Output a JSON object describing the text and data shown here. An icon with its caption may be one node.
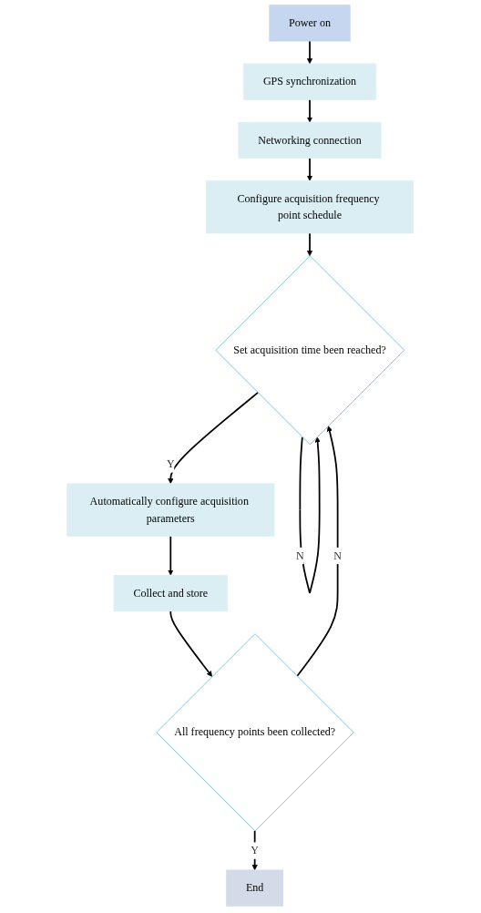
{
  "diagram": {
    "nodes": [
      {
        "text": [
          "Power on"
        ]
      },
      {
        "text": [
          "GPS synchronization"
        ]
      },
      {
        "text": [
          "Networking connection"
        ]
      },
      {
        "text": [
          "Configure acquisition frequency point schedule"
        ]
      },
      {
        "text": [
          "Set acquisition time been reached?"
        ]
      },
      {
        "text": [
          "Automatically configure acquisition parameters"
        ]
      },
      {
        "text": [
          "Collect and store"
        ]
      },
      {
        "text": [
          "All frequency points been collected?"
        ]
      },
      {
        "text": [
          "End"
        ]
      }
    ],
    "edges": [
      {
        "from": 0,
        "to": 1,
        "arrow": "to"
      },
      {
        "from": 1,
        "to": 2,
        "arrow": "to"
      },
      {
        "from": 2,
        "to": 3,
        "arrow": "to"
      },
      {
        "from": 3,
        "to": 4,
        "arrow": "to"
      },
      {
        "from": 4,
        "to": 5,
        "arrow": "to",
        "label": "Y"
      },
      {
        "from": 5,
        "to": 6,
        "arrow": "to"
      },
      {
        "from": 6,
        "to": 7,
        "arrow": "to"
      },
      {
        "from": 7,
        "to": 8,
        "arrow": "to",
        "label": "Y"
      },
      {
        "from": 4,
        "to": 4,
        "arrow": "to",
        "label": "N"
      },
      {
        "from": 7,
        "to": 4,
        "arrow": "to",
        "label": "N"
      }
    ]
  }
}
